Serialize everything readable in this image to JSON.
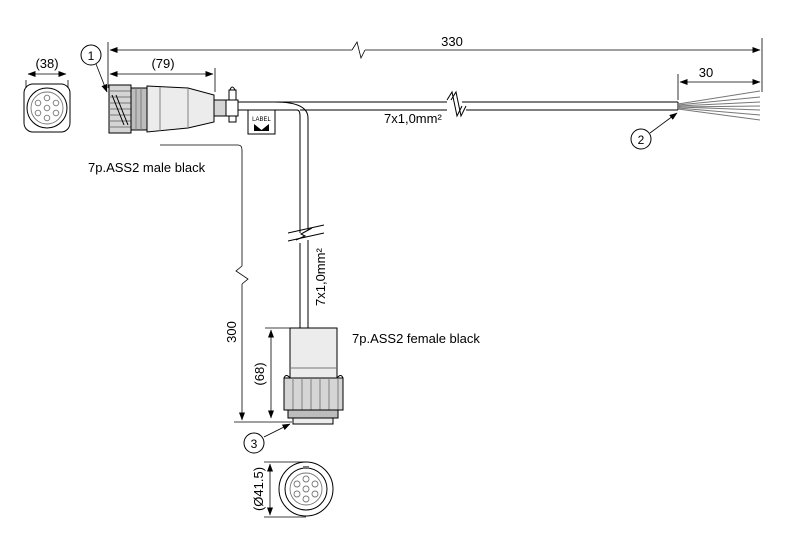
{
  "dimensions": {
    "total_length": "330",
    "strip_length": "30",
    "male_face_diameter": "(38)",
    "male_length": "(79)",
    "branch_length": "300",
    "female_length": "(68)",
    "female_face_diameter": "(Ø41.5)"
  },
  "cables": {
    "main_cable": "7x1,0mm²",
    "branch_cable": "7x1,0mm²"
  },
  "connectors": {
    "male_label": "7p.ASS2 male black",
    "female_label": "7p.ASS2 female black",
    "label_tag": "LABEL"
  },
  "callouts": [
    "1",
    "2",
    "3"
  ]
}
